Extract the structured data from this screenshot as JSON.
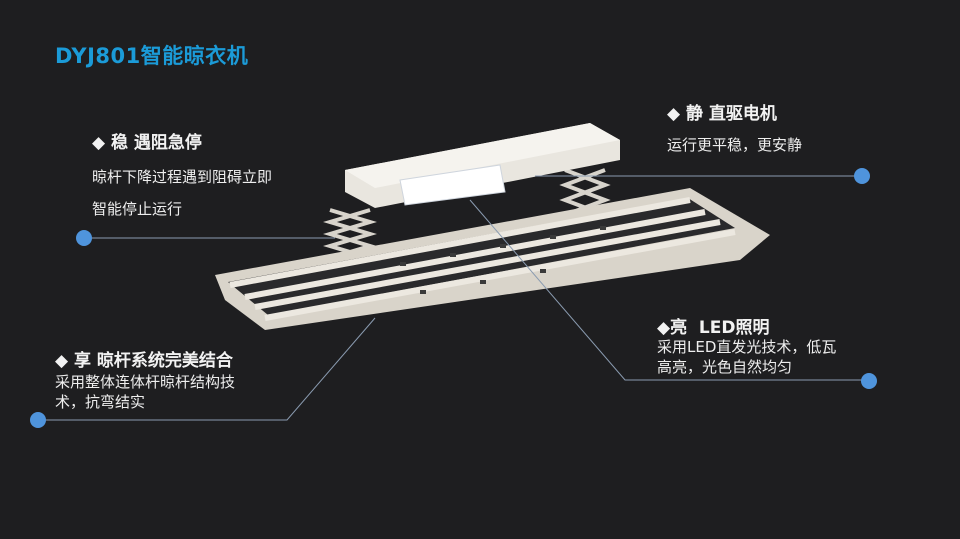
{
  "title": "DYJ801智能晾衣机",
  "features": [
    {
      "bullet": "◆",
      "heading": "稳 遇阻急停",
      "lines": [
        "晾杆下降过程遇到阻碍立即",
        "智能停止运行"
      ]
    },
    {
      "bullet": "◆",
      "heading": "静 直驱电机",
      "lines": [
        "运行更平稳，更安静"
      ]
    },
    {
      "bullet": "◆",
      "heading": "享 晾杆系统完美结合",
      "lines": [
        "采用整体连体杆晾杆结构技",
        "术，抗弯结实"
      ]
    },
    {
      "bullet": "◆",
      "heading": "亮  LED照明",
      "lines": [
        "采用LED直发光技术，低瓦",
        "高亮，光色自然均匀"
      ]
    }
  ],
  "colors": {
    "background": "#1e1e20",
    "title": "#1b9bd8",
    "dot": "#4f94dc",
    "line": "#8a9bb0"
  }
}
